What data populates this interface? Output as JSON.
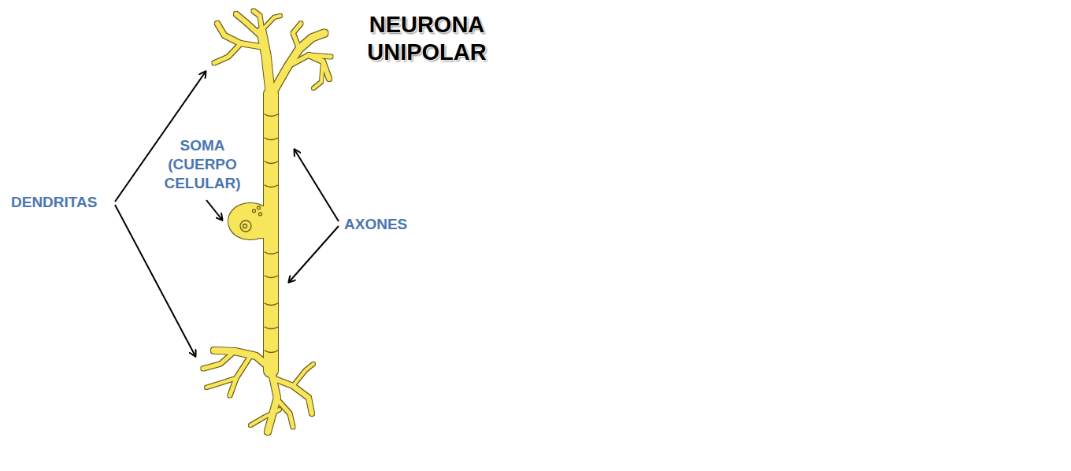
{
  "diagram": {
    "title": "NEURONA UNIPOLAR",
    "labels": [
      "DENDRITAS",
      "SOMA (CUERPO CELULAR)",
      "AXONES"
    ]
  }
}
